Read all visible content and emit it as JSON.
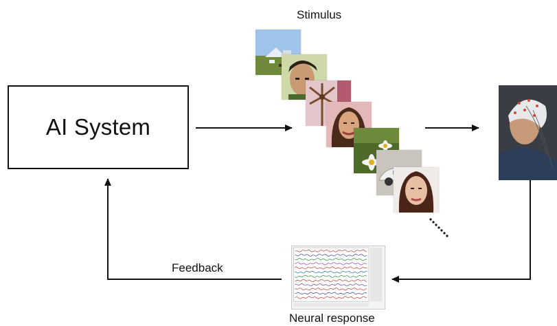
{
  "ai_box": {
    "label": "AI System"
  },
  "labels": {
    "stimulus": "Stimulus",
    "feedback": "Feedback",
    "neural_response": "Neural response"
  },
  "colors": {
    "stroke": "#111111",
    "eeg_traces": [
      "#c0392b",
      "#2c3e9f",
      "#2e8b3a",
      "#8e44ad",
      "#c0392b",
      "#1f6fb2",
      "#2e8b3a",
      "#c0392b",
      "#6b3fa0",
      "#c0392b",
      "#2c3e9f",
      "#c0392b"
    ]
  },
  "stimulus_images": [
    {
      "kind": "landscape-photo"
    },
    {
      "kind": "face-photo"
    },
    {
      "kind": "windmill-photo"
    },
    {
      "kind": "face-photo"
    },
    {
      "kind": "daisy-photo"
    },
    {
      "kind": "car-photo"
    },
    {
      "kind": "face-photo"
    }
  ]
}
